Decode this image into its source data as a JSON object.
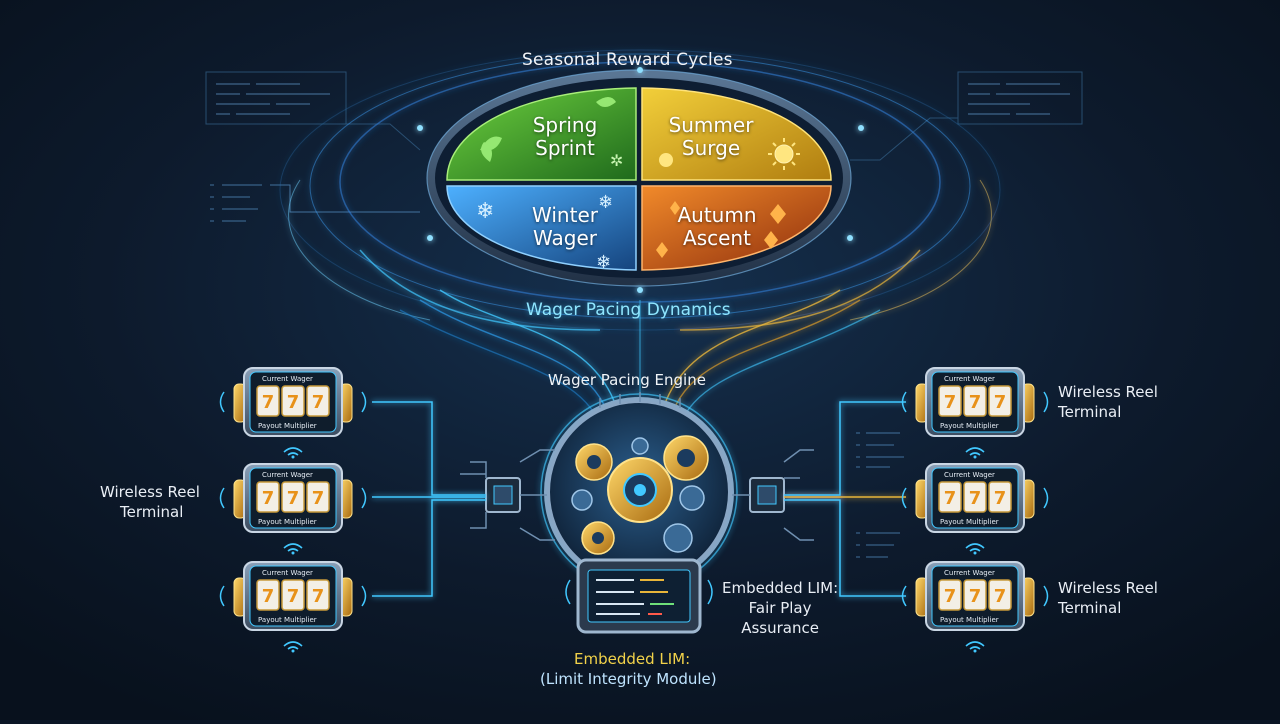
{
  "diagram": {
    "cycle_title": "Seasonal Reward Cycles",
    "quadrants": [
      {
        "id": "spring",
        "line1": "Spring",
        "line2": "Sprint",
        "color": "#3f9a2a"
      },
      {
        "id": "summer",
        "line1": "Summer",
        "line2": "Surge",
        "color": "#d5a81c"
      },
      {
        "id": "winter",
        "line1": "Winter",
        "line2": "Wager",
        "color": "#2a7fc6"
      },
      {
        "id": "autumn",
        "line1": "Autumn",
        "line2": "Ascent",
        "color": "#c9571a"
      }
    ],
    "flow_label": "Wager Pacing Dynamics",
    "engine_label": "Wager Pacing Engine",
    "terminal_label_left": {
      "line1": "Wireless Reel",
      "line2": "Terminal"
    },
    "terminal_label_right_top": {
      "line1": "Wireless Reel",
      "line2": "Terminal"
    },
    "terminal_label_right_bottom": {
      "line1": "Wireless Reel",
      "line2": "Terminal"
    },
    "lim_side_label": {
      "line1": "Embedded LIM:",
      "line2": "Fair Play",
      "line3": "Assurance"
    },
    "lim_title": "Embedded LIM:",
    "lim_subtitle": "(Limit Integrity Module)",
    "terminal": {
      "wager_text": "Current Wager",
      "multiplier_text": "Payout Multiplier",
      "reels": [
        "7",
        "7",
        "7"
      ]
    },
    "colors": {
      "background": "#0b1626",
      "accent_cyan": "#41c8ff",
      "accent_gold": "#e8b53a"
    }
  }
}
